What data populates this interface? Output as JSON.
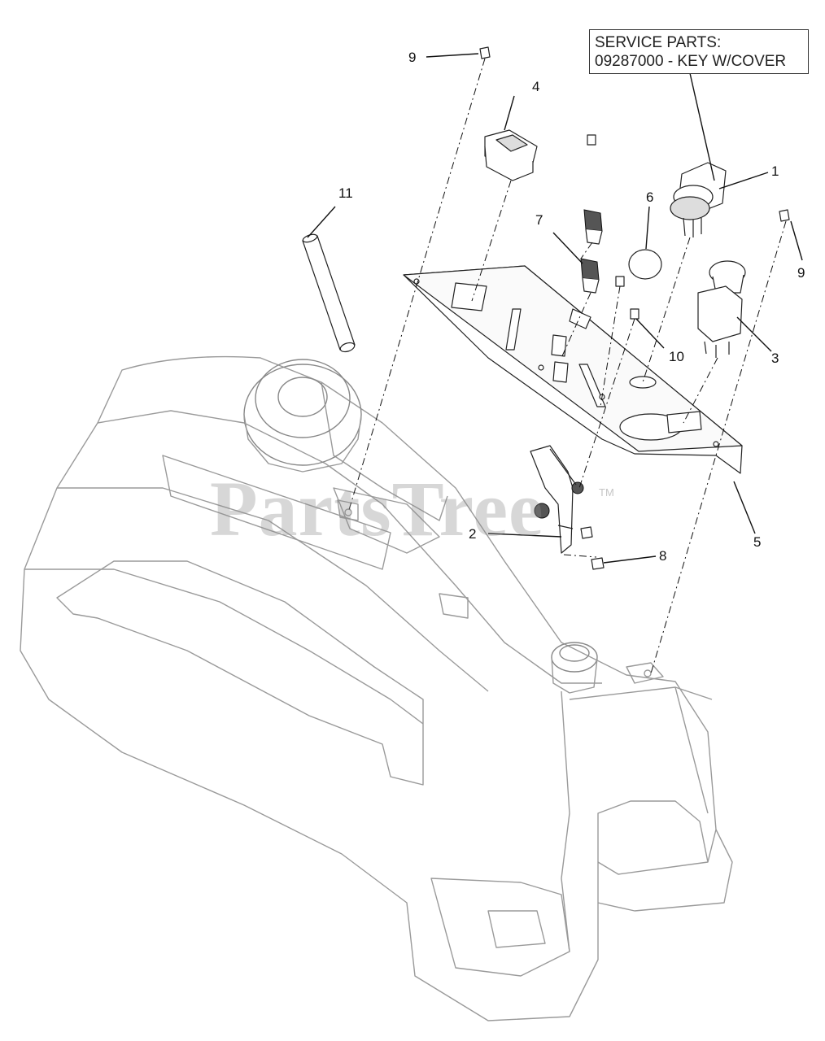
{
  "service_box": {
    "line1": "SERVICE PARTS:",
    "line2": "09287000 - KEY W/COVER"
  },
  "callouts": {
    "c1": "1",
    "c2": "2",
    "c3": "3",
    "c4": "4",
    "c5": "5",
    "c6": "6",
    "c7": "7",
    "c8": "8",
    "c9a": "9",
    "c9b": "9",
    "c10": "10",
    "c11": "11"
  },
  "watermark": {
    "text": "PartsTree",
    "tm": "TM"
  }
}
